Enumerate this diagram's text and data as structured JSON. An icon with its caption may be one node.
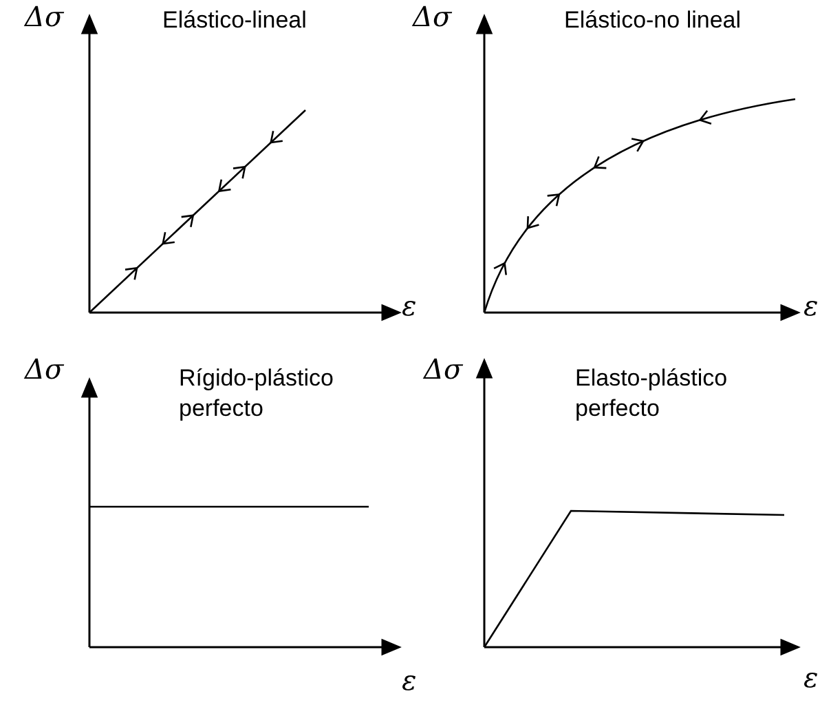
{
  "diagram": {
    "labels": [
      "Δσ",
      "Elástico-lineal",
      "ε",
      "Δσ",
      "Elástico-no lineal",
      "ε",
      "Δσ",
      "Rígido-plástico perfecto",
      "ε",
      "Δσ",
      "Elasto-plástico perfecto",
      "ε"
    ]
  }
}
